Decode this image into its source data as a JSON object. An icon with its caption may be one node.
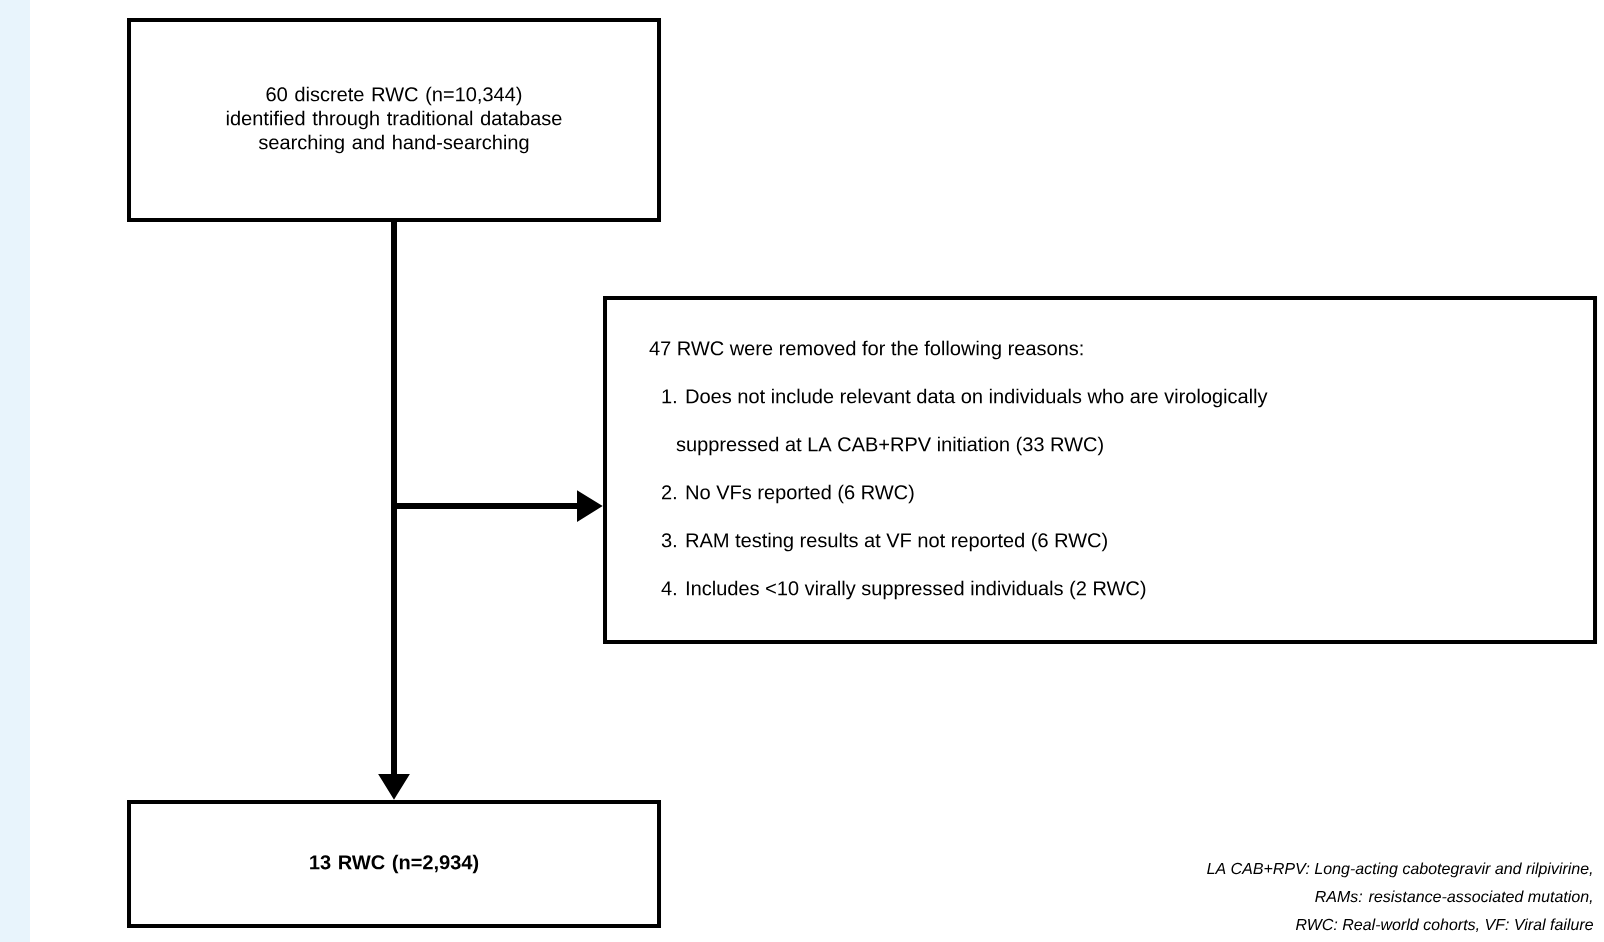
{
  "diagram": {
    "nodes": [
      {
        "text": [
          "60 discrete RWC (n=10,344) identified through traditional database searching and hand-searching"
        ]
      },
      {
        "text": [
          "47 RWC were removed for the following reasons:",
          "1. Does not include relevant data on individuals who are virologically suppressed at LA CAB+RPV initiation (33 RWC)",
          "2. No VFs reported (6 RWC)",
          "3. RAM testing results at VF not reported (6 RWC)",
          "4. Includes <10 virally suppressed individuals (2 RWC)"
        ]
      },
      {
        "text": [
          "13 RWC (n=2,934)"
        ]
      }
    ],
    "edges": [
      {
        "from": 0,
        "to": 2,
        "arrow": "to"
      },
      {
        "from": 0,
        "to": 1,
        "arrow": "to"
      }
    ],
    "labels": [
      "LA CAB+RPV: Long-acting cabotegravir and rilpivirine,",
      "RAMs: resistance-associated mutation,",
      "RWC: Real-world cohorts, VF: Viral failure"
    ]
  }
}
